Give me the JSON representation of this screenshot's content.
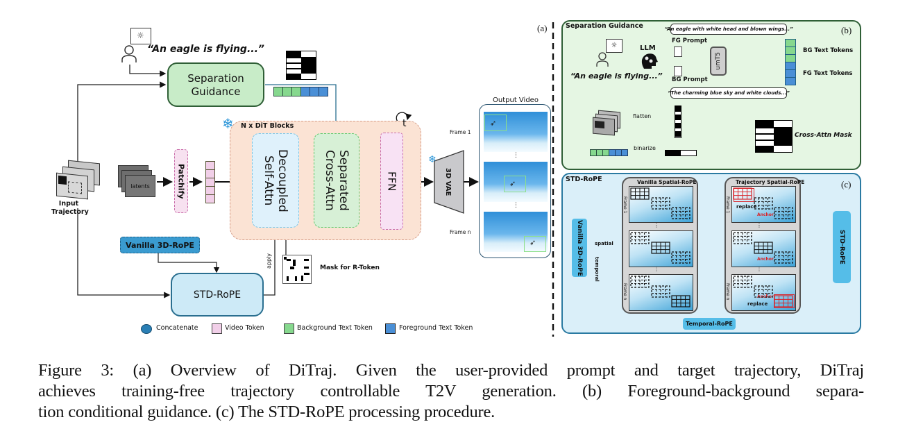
{
  "figure": {
    "panel_labels": {
      "a": "(a)",
      "b": "(b)",
      "c": "(c)"
    },
    "overview": {
      "user_prompt": "“An eagle is flying...”",
      "separation_guidance": {
        "line1": "Separation",
        "line2": "Guidance"
      },
      "dit_blocks_label": "N x DiT Blocks",
      "timestep_label": "t",
      "decoupled_self_attn": {
        "line1": "Decoupled",
        "line2": "Self-Attn"
      },
      "separated_cross_attn": {
        "line1": "Separated",
        "line2": "Cross-Attn"
      },
      "ffn": "FFN",
      "vae": "3D VAE",
      "input_trajectory": {
        "line1": "Input",
        "line2": "Trajectory"
      },
      "latents": "latents",
      "patchify": "Patchify",
      "vanilla_3d_rope": "Vanilla 3D-RoPE",
      "std_rope": "STD-RoPE",
      "apply": "apply",
      "mask_for_r_token": "Mask for R-Token",
      "output_video": {
        "title": "Output Video",
        "frame_first": "Frame 1",
        "frame_last": "Frame n",
        "ellipsis": "⋮"
      }
    },
    "legend": [
      {
        "name": "Concatenate",
        "color": "#2a7fb5",
        "kind": "circle-plus"
      },
      {
        "name": "Video Token",
        "color": "#f1cfe8",
        "kind": "square"
      },
      {
        "name": "Background Text Token",
        "color": "#86d88e",
        "kind": "square"
      },
      {
        "name": "Foreground Text Token",
        "color": "#4a8fd6",
        "kind": "square"
      }
    ],
    "separation_panel": {
      "title": "Separation Guidance",
      "user_prompt": "“An eagle is flying...”",
      "llm": "LLM",
      "fg_prompt_label": "FG Prompt",
      "bg_prompt_label": "BG Prompt",
      "fg_prompt_text": "“An eagle with white head and blown wings...”",
      "bg_prompt_text": "“The charming blue sky and white clouds...”",
      "encoder": "umT5",
      "bg_text_tokens": "BG Text Tokens",
      "fg_text_tokens": "FG Text Tokens",
      "flatten": "flatten",
      "binarize": "binarize",
      "cross_attn_mask": "Cross-Attn Mask"
    },
    "std_rope_panel": {
      "title": "STD-RoPE",
      "vanilla_3d_rope": "Vanilla 3D-RoPE",
      "spatial": "spatial",
      "temporal": "temporal",
      "vanilla_spatial_rope": "Vanilla Spatial-RoPE",
      "trajectory_spatial_rope": "Trajectory Spatial-RoPE",
      "frame_first": "Frame 1",
      "frame_last": "Frame n",
      "replace": "replace",
      "anchor": "Anchor",
      "temporal_rope": "Temporal-RoPE",
      "std_rope_out": "STD-RoPE",
      "ellipsis": "⋮"
    },
    "colors": {
      "green_fill": "#c8ecc8",
      "green_border": "#2f5f36",
      "blue_fill": "#cdeaf7",
      "blue_border": "#2a6f90",
      "peach_fill": "#fbe3d4",
      "rope_blue": "#55bde8",
      "red_accent": "#d9252a"
    }
  },
  "caption": {
    "line1": "Figure 3: (a) Overview of DiTraj. Given the user-provided prompt and target trajectory, DiTraj",
    "line2": "achieves training-free trajectory controllable T2V generation. (b) Foreground-background separa-",
    "line3": "tion conditional guidance. (c) The STD-RoPE processing procedure."
  }
}
